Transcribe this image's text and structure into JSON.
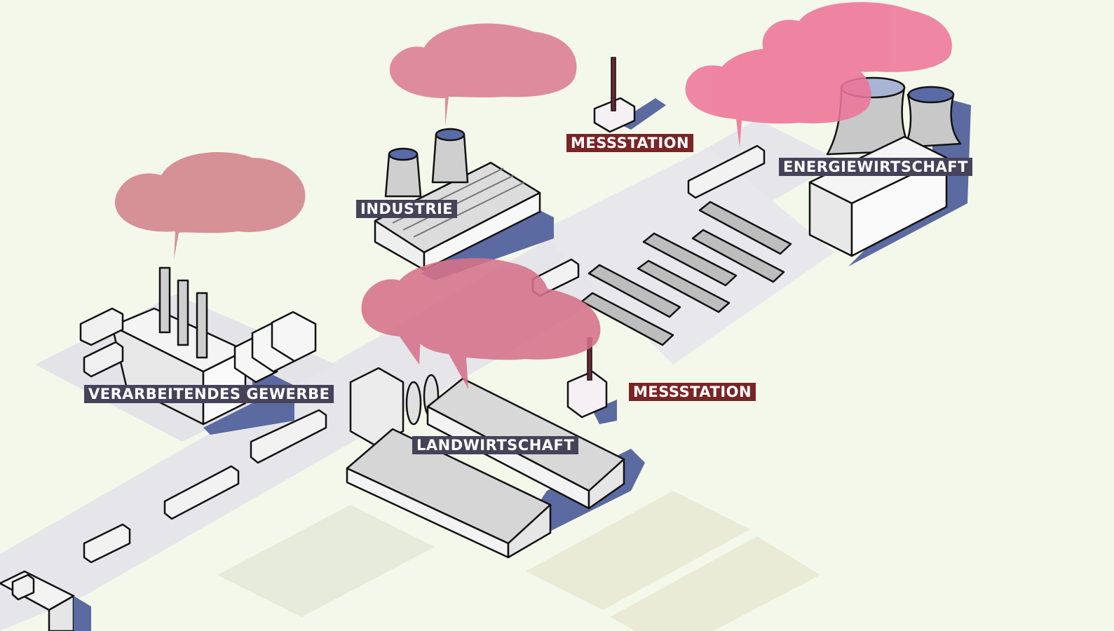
{
  "sectors": [
    {
      "id": "verarbeitendes-gewerbe",
      "label": "Verarbeitendes Gewerbe"
    },
    {
      "id": "industrie",
      "label": "Industrie"
    },
    {
      "id": "landwirtschaft",
      "label": "Landwirtschaft"
    },
    {
      "id": "energiewirtschaft",
      "label": "Energiewirtschaft"
    }
  ],
  "stations": [
    {
      "id": "messstation-top",
      "label": "Messstation"
    },
    {
      "id": "messstation-bottom",
      "label": "Messstation"
    }
  ],
  "colors": {
    "background": "#f4f8ea",
    "road": "#e6e6ea",
    "sector_label_bg": "#45425a",
    "station_label_bg": "#7a2426",
    "emission_cloud": "#d9788f",
    "emission_cloud_energy": "#ee6f98",
    "shadow": "#5b6aa0",
    "building": "#f2f2f2",
    "roof_grey": "#cfcfcf",
    "field": "#e6ead8"
  }
}
